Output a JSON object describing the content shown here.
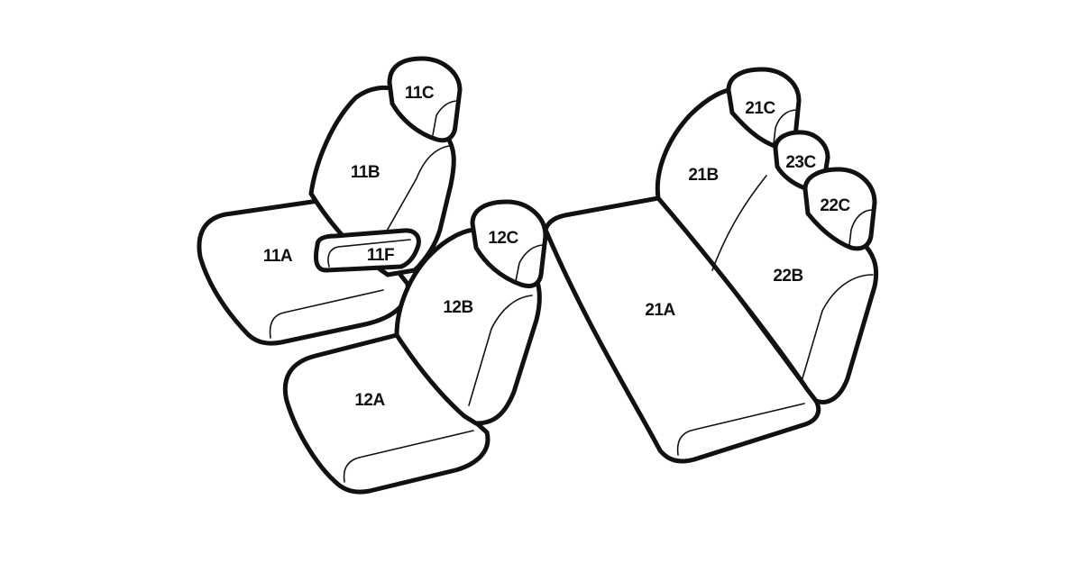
{
  "labels": {
    "seat_11A": "11A",
    "seat_11B": "11B",
    "seat_11C": "11C",
    "seat_11F": "11F",
    "seat_12A": "12A",
    "seat_12B": "12B",
    "seat_12C": "12C",
    "seat_21A": "21A",
    "seat_21B": "21B",
    "seat_21C": "21C",
    "seat_22B": "22B",
    "seat_22C": "22C",
    "seat_23C": "23C"
  },
  "colors": {
    "stroke": "#111111",
    "background": "#ffffff"
  }
}
